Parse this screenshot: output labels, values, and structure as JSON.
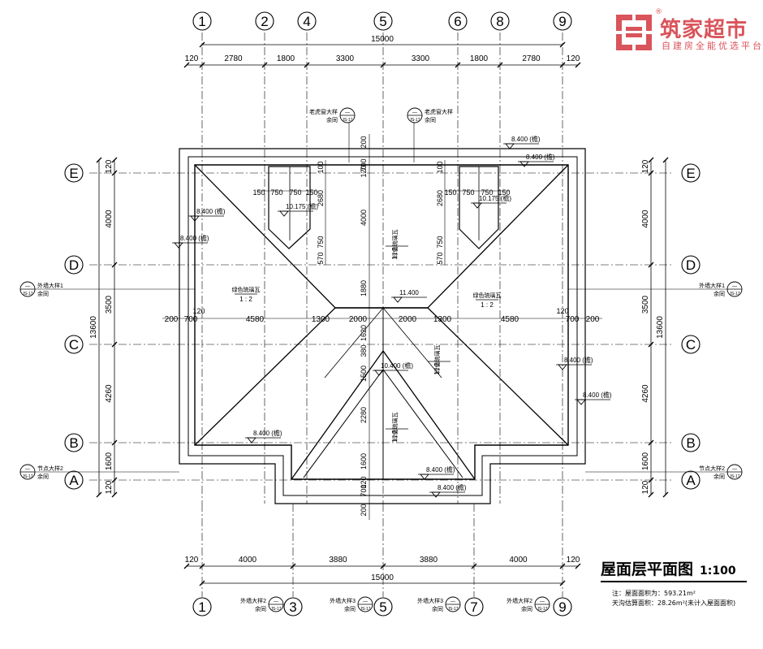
{
  "plan": {
    "grid_columns_top": [
      "1",
      "2",
      "4",
      "5",
      "6",
      "8",
      "9"
    ],
    "grid_columns_bottom": [
      "1",
      "3",
      "5",
      "7",
      "9"
    ],
    "grid_rows": [
      "E",
      "D",
      "C",
      "B",
      "A"
    ],
    "top_total": "15000",
    "top_dims": [
      "120",
      "2780",
      "1800",
      "3300",
      "3300",
      "1800",
      "2780",
      "120"
    ],
    "bottom_total": "15000",
    "bottom_dims": [
      "120",
      "4000",
      "3880",
      "3880",
      "4000",
      "120"
    ],
    "left_dims": [
      "120",
      "4000",
      "3500",
      "4260",
      "1600",
      "120"
    ],
    "left_total": "13600",
    "right_dims": [
      "120",
      "4000",
      "3500",
      "4260",
      "1600",
      "120"
    ],
    "right_total": "13600",
    "interior_dims": {
      "row1": [
        "200",
        "700",
        "4580",
        "1300",
        "2000",
        "2000",
        "1300",
        "4580",
        "700",
        "200"
      ],
      "left_chimney_w": [
        "150",
        "750",
        "750",
        "150"
      ],
      "right_chimney_w": [
        "150",
        "750",
        "750",
        "150"
      ],
      "vert_left": [
        "100",
        "2680",
        "750",
        "570"
      ],
      "vert_center": [
        "200",
        "120",
        "700",
        "4000",
        "1880",
        "1620",
        "380",
        "1500",
        "2280",
        "1600",
        "120",
        "700",
        "200"
      ],
      "label_120": "120"
    },
    "elevations": {
      "ridge": "11.400",
      "eave_top1": "8.400 (檐)",
      "eave_top2": "8.400 (檐)",
      "left_wall": "8.400 (檐)",
      "left_eave": "8.400 (檐)",
      "chimney_left": "10.175 (檐)",
      "chimney_right": "10.175 (檐)",
      "right_eave": "8.400 (檐)",
      "right_wall": "8.400 (檐)",
      "valley": "10.400 (檐)",
      "bottom_left": "8.400 (檐)",
      "bottom_right1": "8.400 (檐)",
      "bottom_right2": "8.400 (檐)"
    },
    "slopes": {
      "north_text": "绿色琉璃瓦",
      "north_ratio": "1 : 2",
      "west_text": "绿色琉璃瓦",
      "west_ratio": "1 : 2",
      "east_text": "绿色琉璃瓦",
      "east_ratio": "1 : 2",
      "south_center_text": "绿色琉璃瓦",
      "south_center_ratio": "1 : 2",
      "south_gable_text": "绿色琉璃瓦",
      "south_gable_ratio": "1 : 2"
    },
    "callouts": {
      "chimney_left": {
        "title": "老虎窗大样",
        "num": "—",
        "ref": "JS-17",
        "sub": "余同"
      },
      "chimney_right": {
        "title": "老虎窗大样",
        "num": "—",
        "ref": "JS-17",
        "sub": "余同"
      },
      "left_wall": {
        "title": "外墙大样1",
        "num": "—",
        "ref": "JS-17",
        "sub": "余同"
      },
      "right_wall": {
        "title": "外墙大样1",
        "num": "—",
        "ref": "JS-17",
        "sub": "余同"
      },
      "left_eave": {
        "title": "节点大样2",
        "num": "—",
        "ref": "JS-17",
        "sub": "余同"
      },
      "right_eave": {
        "title": "节点大样2",
        "num": "—",
        "ref": "JS-17",
        "sub": "余同"
      },
      "bottom1": {
        "title": "外墙大样2",
        "num": "—",
        "ref": "JS-17",
        "sub": "余同"
      },
      "bottom2": {
        "title": "外墙大样3",
        "num": "—",
        "ref": "JS-17",
        "sub": "余同"
      },
      "bottom3": {
        "title": "外墙大样3",
        "num": "—",
        "ref": "JS-17",
        "sub": "余同"
      },
      "bottom4": {
        "title": "外墙大样2",
        "num": "—",
        "ref": "JS-17",
        "sub": "余同"
      }
    }
  },
  "logo": {
    "name": "筑家超市",
    "slogan": "自建房全能优选平台",
    "reg": "®",
    "color": "#d9545b"
  },
  "title": {
    "text": "屋面层平面图",
    "scale": "1:100",
    "note1": "注：屋面面积为：593.21m²",
    "note2": "天沟估算面积：28.26m²(未计入屋面面积)"
  }
}
